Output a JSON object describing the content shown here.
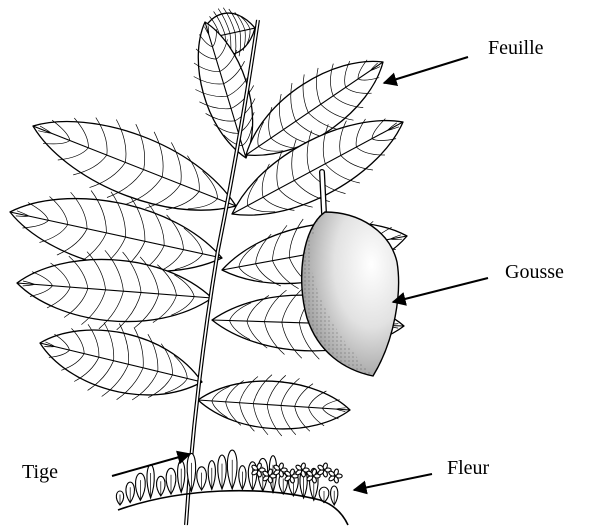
{
  "labels": {
    "leaf": "Feuille",
    "pod": "Gousse",
    "stem": "Tige",
    "flower": "Fleur"
  },
  "colors": {
    "ink": "#000000",
    "paper": "#ffffff",
    "pod_shade": "#9a9a9a"
  }
}
